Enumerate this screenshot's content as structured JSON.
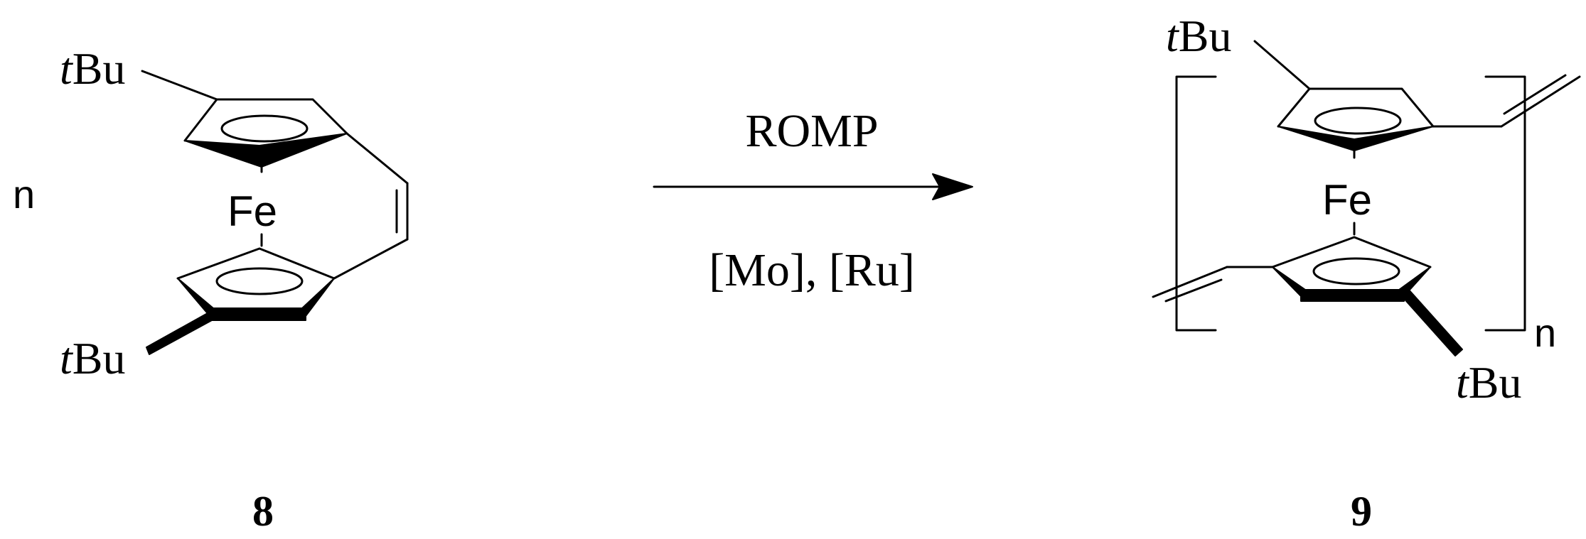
{
  "reactant": {
    "coefficient": "n",
    "metal": "Fe",
    "substituent_top": {
      "prefix": "t",
      "group": "Bu"
    },
    "substituent_bottom": {
      "prefix": "t",
      "group": "Bu"
    },
    "compound_number": "8"
  },
  "arrow": {
    "label_above": "ROMP",
    "label_below": "[Mo], [Ru]"
  },
  "product": {
    "metal": "Fe",
    "substituent_top": {
      "prefix": "t",
      "group": "Bu"
    },
    "substituent_bottom": {
      "prefix": "t",
      "group": "Bu"
    },
    "repeat_subscript": "n",
    "compound_number": "9"
  }
}
